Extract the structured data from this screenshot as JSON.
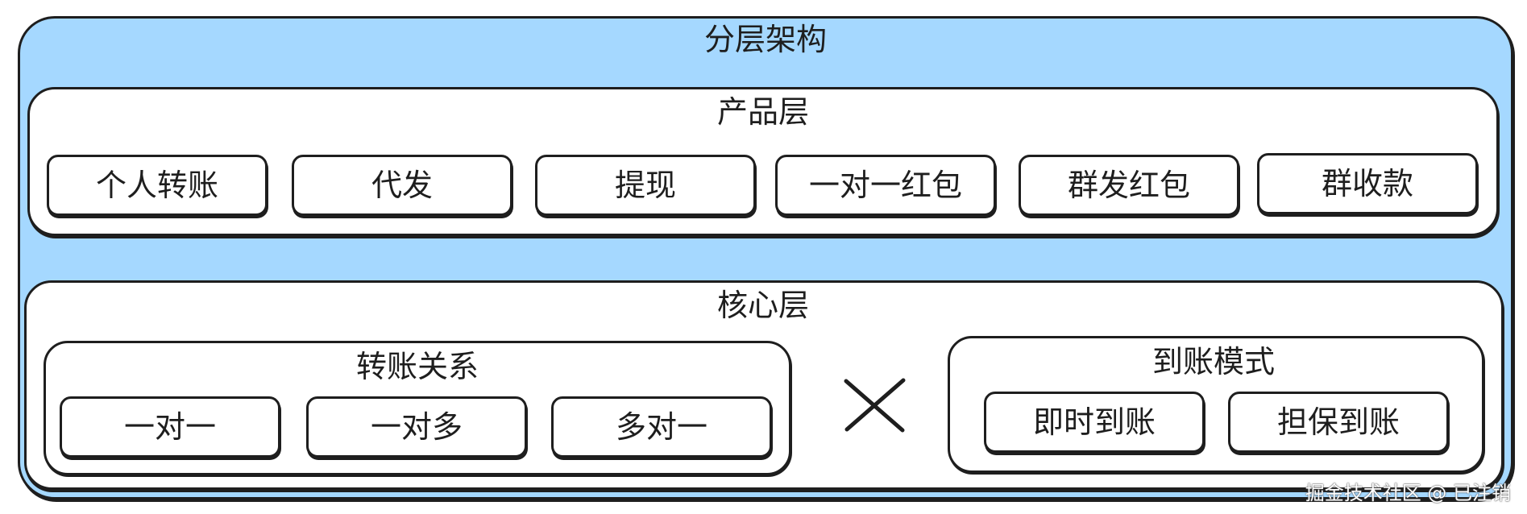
{
  "diagram": {
    "title": "分层架构",
    "product_layer": {
      "title": "产品层",
      "items": [
        "个人转账",
        "代发",
        "提现",
        "一对一红包",
        "群发红包",
        "群收款"
      ]
    },
    "core_layer": {
      "title": "核心层",
      "transfer_relations": {
        "title": "转账关系",
        "items": [
          "一对一",
          "一对多",
          "多对一"
        ]
      },
      "operator": "×",
      "arrival_modes": {
        "title": "到账模式",
        "items": [
          "即时到账",
          "担保到账"
        ]
      }
    }
  },
  "watermark": "掘金技术社区 @ 已注销",
  "colors": {
    "outer_fill": "#a5d8ff",
    "stroke": "#1e1e1e",
    "inner_fill": "#ffffff"
  }
}
